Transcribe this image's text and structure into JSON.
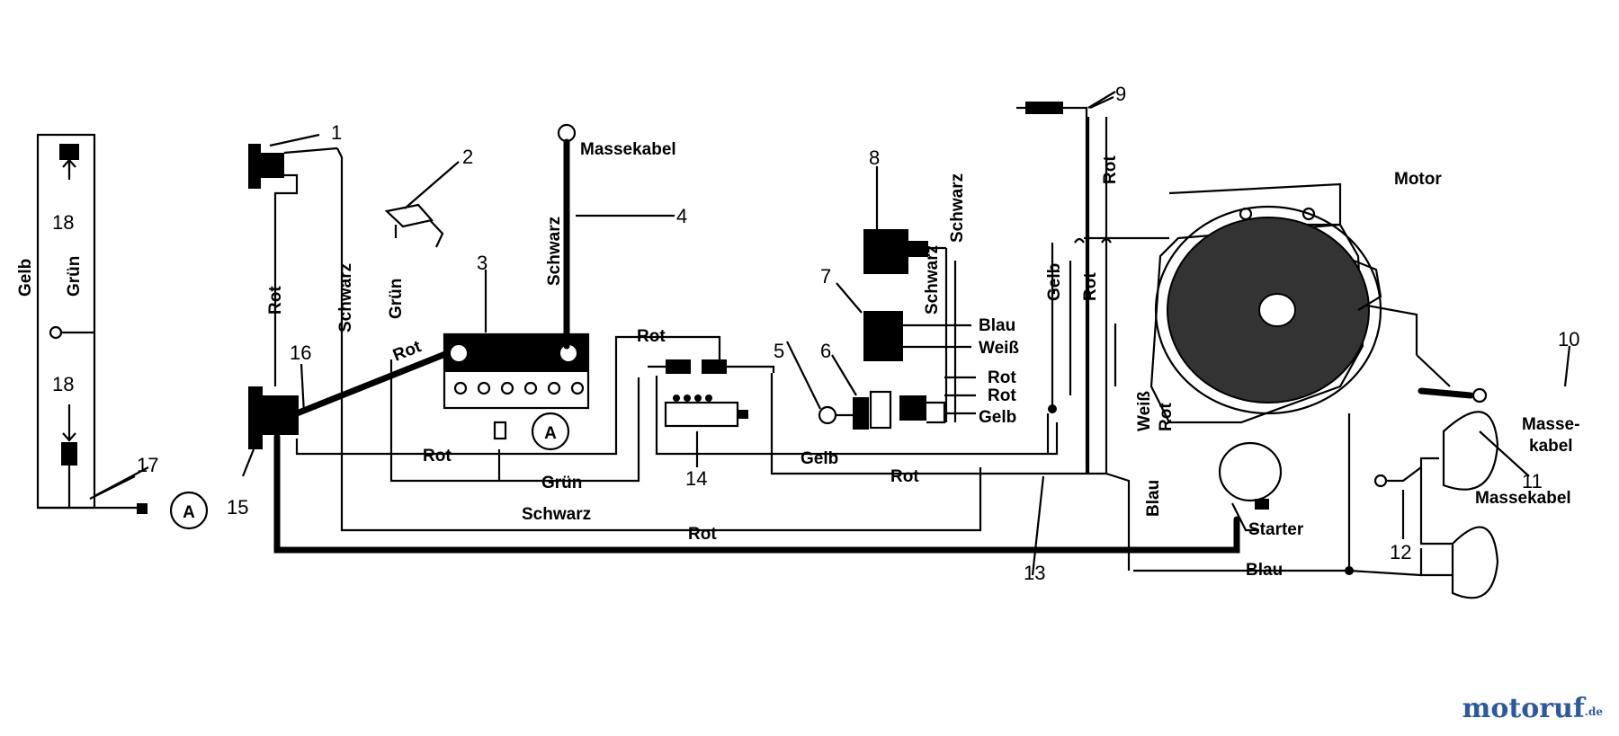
{
  "labels": {
    "massekabel_top": "Massekabel",
    "schwarz_4": "Schwarz",
    "motor": "Motor",
    "gelb_left": "Gelb",
    "gruen_left": "Grün",
    "rot_sw": "Rot",
    "schwarz_sw": "Schwarz",
    "gruen_sw": "Grün",
    "rot_bat": "Rot",
    "rot_14": "Rot",
    "rot_mid": "Rot",
    "gruen_mid": "Grün",
    "schwarz_bottom": "Schwarz",
    "rot_bottom": "Rot",
    "gelb_mid": "Gelb",
    "rot_13": "Rot",
    "schwarz_8a": "Schwarz",
    "schwarz_8b": "Schwarz",
    "blau_7": "Blau",
    "weiss_7": "Weiß",
    "rot_6a": "Rot",
    "rot_6b": "Rot",
    "gelb_6": "Gelb",
    "gelb_v": "Gelb",
    "rot_v": "Rot",
    "rot_9": "Rot",
    "weiss_v": "Weiß",
    "rot_v2": "Rot",
    "blau_v": "Blau",
    "starter": "Starter",
    "blau_bottom": "Blau",
    "massekabel_10a": "Masse-",
    "massekabel_10b": "kabel",
    "massekabel_11": "Massekabel",
    "connector_a": "A"
  },
  "numbers": [
    "1",
    "2",
    "3",
    "4",
    "5",
    "6",
    "7",
    "8",
    "9",
    "10",
    "11",
    "12",
    "13",
    "14",
    "15",
    "16",
    "17",
    "18"
  ],
  "watermark": {
    "main": "motoruf",
    "suffix": ".de"
  }
}
